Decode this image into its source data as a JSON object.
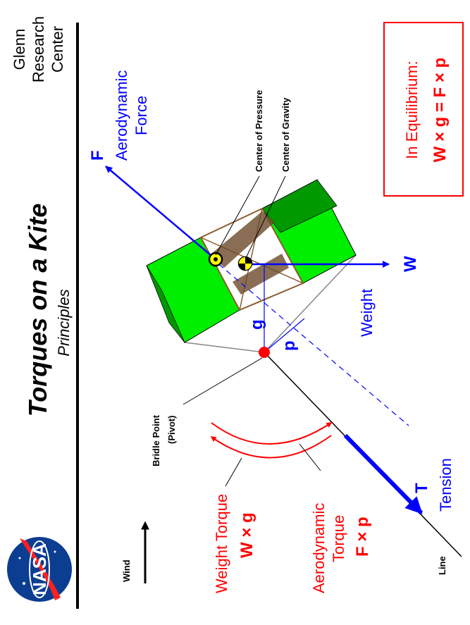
{
  "header": {
    "title": "Torques on a Kite",
    "subtitle": "Principles",
    "center": [
      "Glenn",
      "Research",
      "Center"
    ],
    "logo_text": "NASA"
  },
  "equilibrium": {
    "heading": "In Equilibrium:",
    "equation": "W × g = F × p"
  },
  "forces": {
    "aero_symbol": "F",
    "aero_label": [
      "Aerodynamic",
      "Force"
    ],
    "weight_symbol": "W",
    "weight_label": "Weight",
    "tension_symbol": "T",
    "tension_label": "Tension"
  },
  "points": {
    "center_of_pressure": "Center of Pressure",
    "center_of_gravity": "Center of  Gravity",
    "bridle_point": "Bridle Point",
    "pivot": "(Pivot)"
  },
  "distances": {
    "g": "g",
    "p": "p"
  },
  "torques": {
    "weight_torque": "Weight  Torque",
    "weight_torque_eq": "W × g",
    "aero_torque": [
      "Aerodynamic",
      "Torque"
    ],
    "aero_torque_eq": "F × p"
  },
  "misc": {
    "wind": "Wind",
    "line": "Line"
  },
  "colors": {
    "red": "#ff0000",
    "blue": "#0000ff",
    "green": "#00ee00",
    "dark_green": "#006600",
    "brown": "#8b5a2b",
    "nasa_blue": "#0b3d91"
  }
}
